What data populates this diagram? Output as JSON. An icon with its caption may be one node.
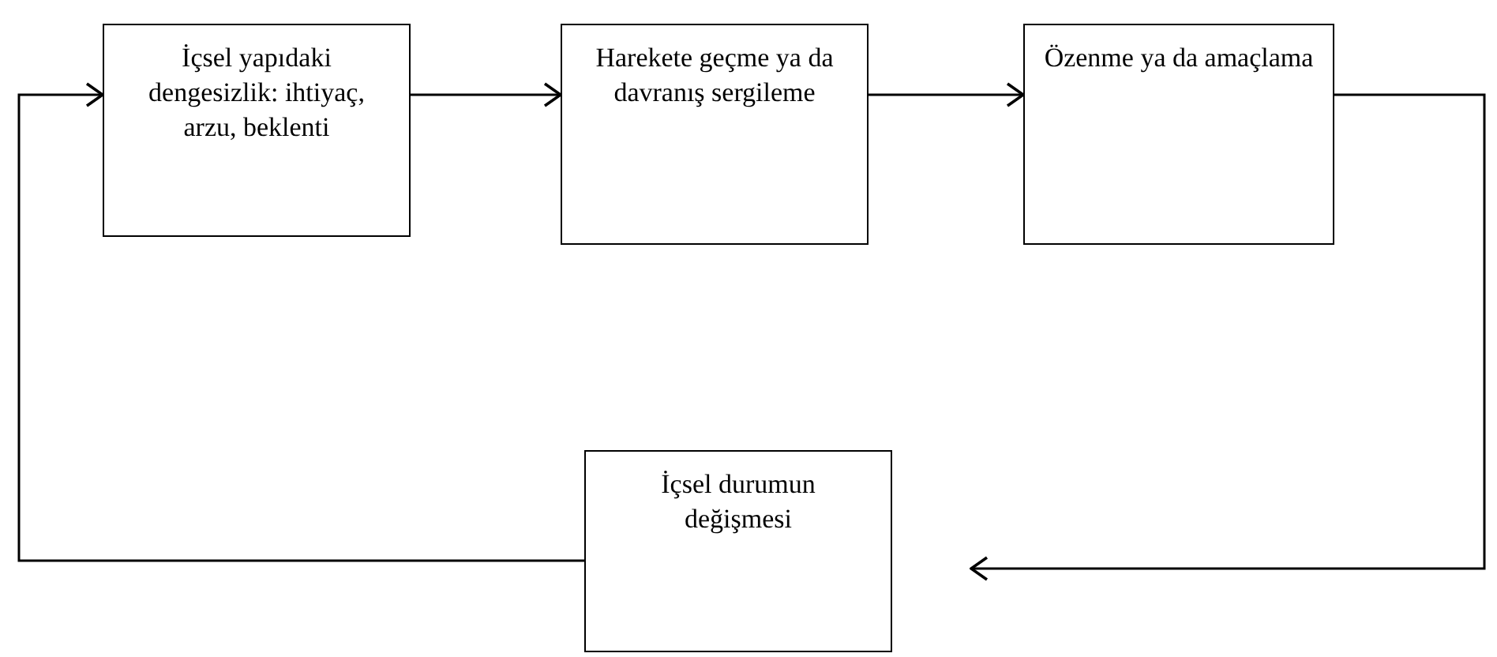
{
  "diagram": {
    "nodes": [
      {
        "text": [
          "İçsel yapıdaki dengesizlik: ihtiyaç, arzu, beklenti"
        ]
      },
      {
        "text": [
          "Harekete geçme ya da davranış sergileme"
        ]
      },
      {
        "text": [
          "Özenme ya da amaçlama"
        ]
      },
      {
        "text": [
          "İçsel durumun değişmesi"
        ]
      }
    ],
    "edges": [
      {
        "from": 0,
        "to": 1,
        "arrow": "to"
      },
      {
        "from": 1,
        "to": 2,
        "arrow": "to"
      },
      {
        "from": 2,
        "to": 3,
        "arrow": "to"
      },
      {
        "from": 3,
        "to": 0,
        "arrow": "to"
      }
    ]
  }
}
